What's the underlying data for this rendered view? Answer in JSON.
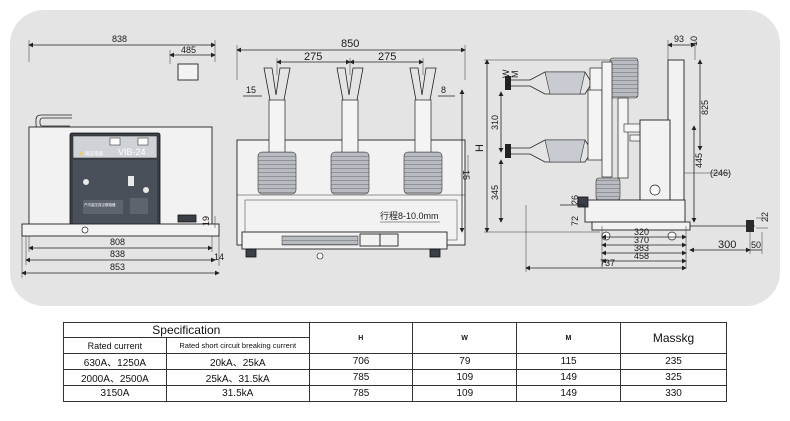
{
  "front_view": {
    "dims": {
      "width_top": "838",
      "offset_top": "485",
      "base_inner": "808",
      "base_mid": "838",
      "base_outer": "853",
      "side_19": "19",
      "side_14": "14"
    },
    "labels": {
      "brand": "VIB-24",
      "panel_text": "户内高压真空断路器"
    }
  },
  "top_view": {
    "dims": {
      "overall": "850",
      "pitch_left": "275",
      "pitch_right": "275",
      "left_15": "15",
      "right_8": "8",
      "right_15": "15",
      "stroke": "行程8-10.0mm"
    }
  },
  "side_view": {
    "dims": {
      "top_93": "93",
      "top_10": "10",
      "w_label": "W",
      "m_label": "M",
      "h_label": "H",
      "d_310": "310",
      "d_345": "345",
      "d_72": "72",
      "d_26": "26",
      "d_825": "825",
      "d_445": "445",
      "d_246": "(246)",
      "d_22": "22",
      "d_320": "320",
      "d_370": "370",
      "d_383": "383",
      "d_458": "458",
      "d_737": "737",
      "d_300": "300",
      "d_50": "50"
    }
  },
  "spec_table": {
    "title": "Specification",
    "col_rated_current": "Rated current",
    "col_breaking": "Rated short circuit breaking current",
    "col_h": "H",
    "col_w": "W",
    "col_m": "M",
    "col_mass": "Masskg",
    "rows": [
      {
        "current": "630A、1250A",
        "breaking": "20kA、25kA",
        "h": "706",
        "w": "79",
        "m": "115",
        "mass": "235"
      },
      {
        "current": "2000A、2500A",
        "breaking": "25kA、31.5kA",
        "h": "785",
        "w": "109",
        "m": "149",
        "mass": "325"
      },
      {
        "current": "3150A",
        "breaking": "31.5kA",
        "h": "785",
        "w": "109",
        "m": "149",
        "mass": "330"
      }
    ]
  }
}
